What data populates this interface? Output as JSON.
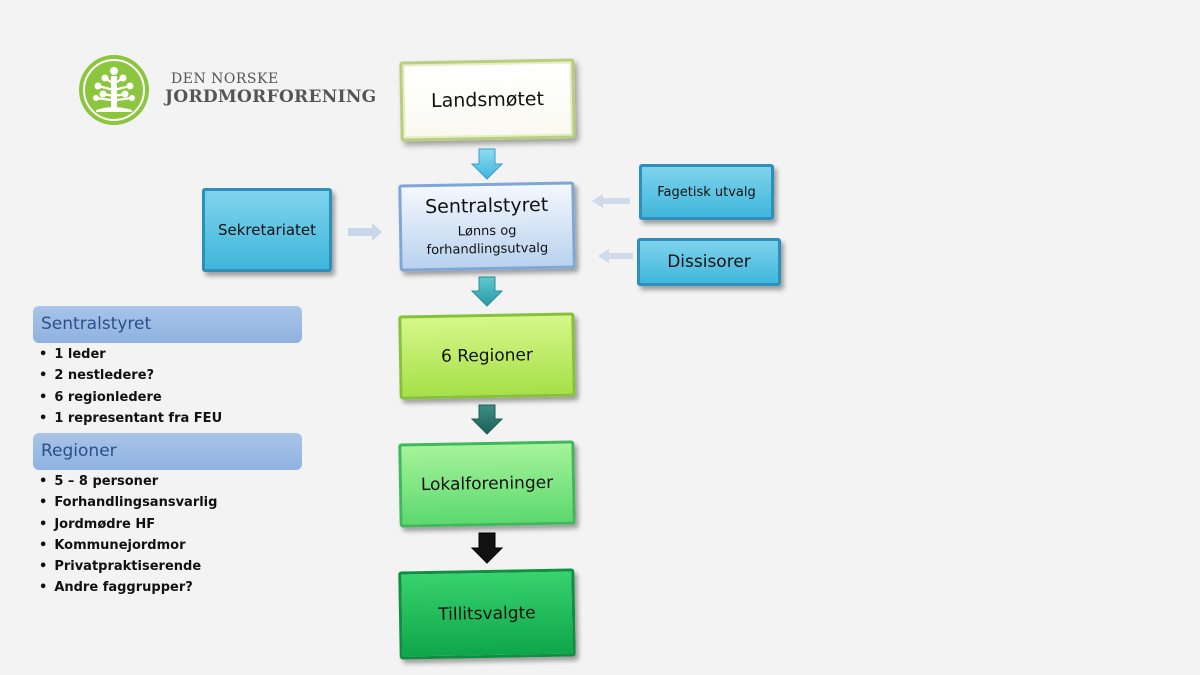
{
  "logo": {
    "line1": "DEN NORSKE",
    "line2": "JORDMORFORENING",
    "colors": {
      "green": "#8cc63f",
      "text": "#555555"
    },
    "icon": "tree-icon"
  },
  "boxes": {
    "landsmotet": "Landsmøtet",
    "sentralstyret_title": "Sentralstyret",
    "sentralstyret_sub": "Lønns og forhandlingsutvalg",
    "sekretariatet": "Sekretariatet",
    "fagetisk": "Fagetisk utvalg",
    "dissisorer": "Dissisorer",
    "regioner": "6 Regioner",
    "lokalforeninger": "Lokalforeninger",
    "tillitsvalgte": "Tillitsvalgte"
  },
  "lists": {
    "sentralstyret": {
      "title": "Sentralstyret",
      "items": [
        "1 leder",
        "2 nestledere?",
        "6 regionledere",
        "1 representant fra FEU"
      ]
    },
    "regioner": {
      "title": "Regioner",
      "items": [
        "5 – 8 personer",
        "Forhandlingsansvarlig",
        "Jordmødre HF",
        "Kommunejordmor",
        "Privatpraktiserende",
        "Andre faggrupper?"
      ]
    }
  }
}
